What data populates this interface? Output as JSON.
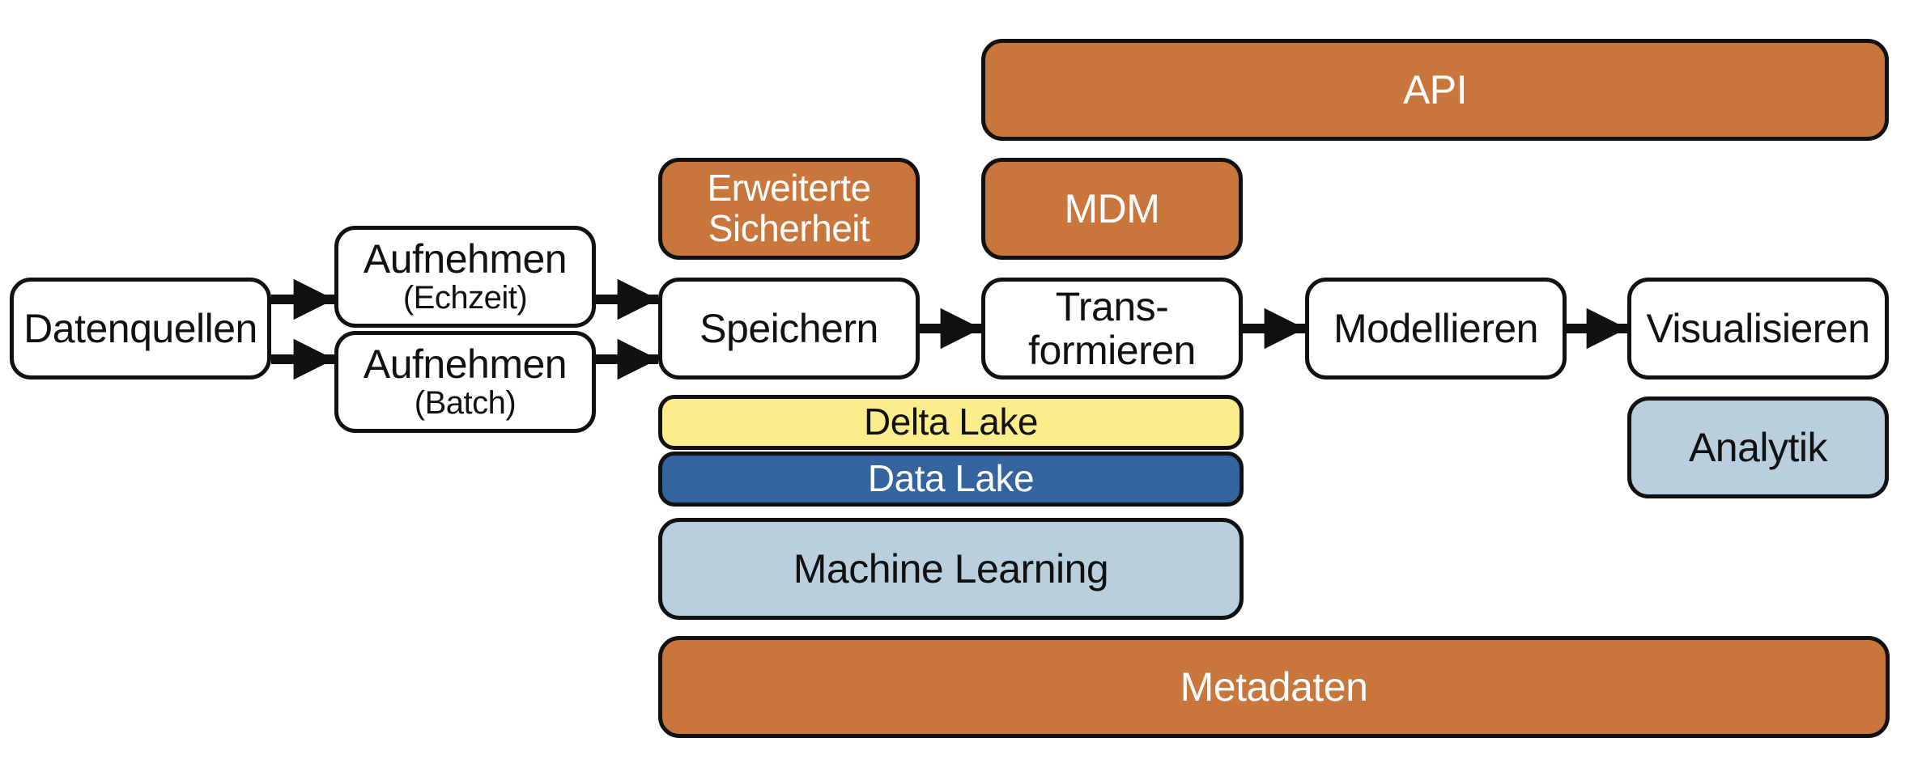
{
  "colors": {
    "orange": "#c8763c",
    "yellow": "#fbec8c",
    "dark_blue": "#34649e",
    "light_blue": "#b9cfde",
    "stroke": "#111111",
    "fill_white": "#ffffff"
  },
  "pipeline": {
    "sources": "Datenquellen",
    "ingest_realtime": {
      "title": "Aufnehmen",
      "sub": "(Echzeit)"
    },
    "ingest_batch": {
      "title": "Aufnehmen",
      "sub": "(Batch)"
    },
    "store": "Speichern",
    "transform": {
      "line1": "Trans-",
      "line2": "formieren"
    },
    "model": "Modellieren",
    "visualize": "Visualisieren"
  },
  "layers": {
    "api": "API",
    "mdm": "MDM",
    "security": {
      "line1": "Erweiterte",
      "line2": "Sicherheit"
    },
    "delta_lake": "Delta Lake",
    "data_lake": "Data Lake",
    "machine_learning": "Machine Learning",
    "analytics": "Analytik",
    "metadata": "Metadaten"
  }
}
